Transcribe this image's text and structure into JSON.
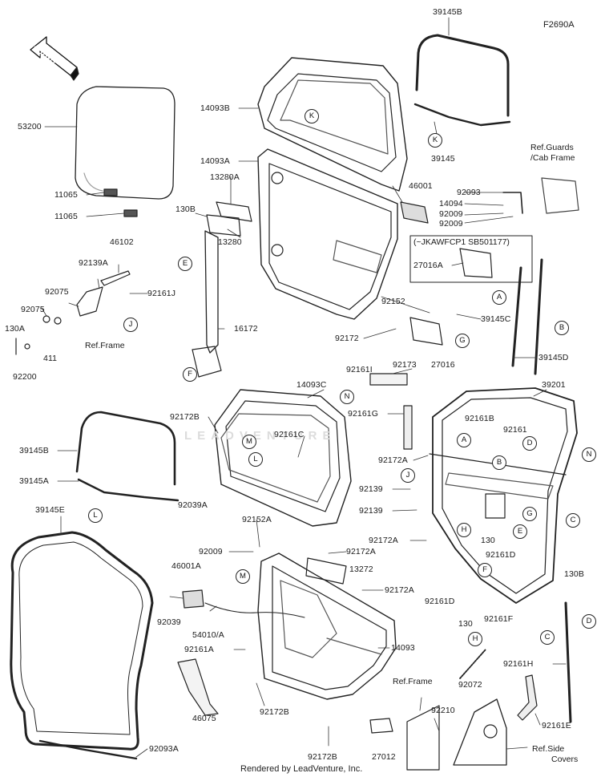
{
  "diagram_code": "F2690A",
  "front_label": "FRONT",
  "footer": "Rendered by LeadVenture, Inc.",
  "watermark": "LEADVENTURE",
  "variant_note": "(~JKAWFCP1 SB501177)",
  "ref_labels": {
    "guards_line1": "Ref.Guards",
    "guards_line2": "/Cab Frame",
    "frame_left": "Ref.Frame",
    "frame_bottom": "Ref.Frame",
    "side_line1": "Ref.Side",
    "side_line2": "Covers"
  },
  "parts": {
    "p39145B_top": "39145B",
    "p39145_top": "39145",
    "p14093B": "14093B",
    "p53200": "53200",
    "p14093A": "14093A",
    "p13280A": "13280A",
    "p46001": "46001",
    "p92093": "92093",
    "p14094": "14094",
    "p92009_a": "92009",
    "p92009_b": "92009",
    "p11065_a": "11065",
    "p11065_b": "11065",
    "p130B_left": "130B",
    "p13280": "13280",
    "p46102": "46102",
    "p92139A": "92139A",
    "p27016A": "27016A",
    "p92075_a": "92075",
    "p92161J": "92161J",
    "p92075_b": "92075",
    "p92152_top": "92152",
    "p39145C": "39145C",
    "p130A": "130A",
    "p411": "411",
    "p16172": "16172",
    "p92172_mid": "92172",
    "p92200": "92200",
    "p92173": "92173",
    "p27016": "27016",
    "p39145D": "39145D",
    "p92161I": "92161I",
    "p14093C": "14093C",
    "p39201": "39201",
    "p92161G": "92161G",
    "p92172B_top": "92172B",
    "p92161C": "92161C",
    "p92161B": "92161B",
    "p92161_right": "92161",
    "p39145B_left": "39145B",
    "p92172A_a": "92172A",
    "p39145A": "39145A",
    "p92039A": "92039A",
    "p92139_a": "92139",
    "p92139_b": "92139",
    "p39145E": "39145E",
    "p92152A": "92152A",
    "p92172A_b": "92172A",
    "p130_a": "130",
    "p130B_right": "130B",
    "p92009_c": "92009",
    "p92172A_c": "92172A",
    "p92161D_a": "92161D",
    "p46001A": "46001A",
    "p13272": "13272",
    "p92172A_d": "92172A",
    "p92161D_b": "92161D",
    "p130_b": "130",
    "p92039": "92039",
    "p54010A": "54010/A",
    "p92161F": "92161F",
    "p92161A": "92161A",
    "p14093": "14093",
    "p92161H": "92161H",
    "p92072": "92072",
    "p92210": "92210",
    "p46075": "46075",
    "p92172B_bot1": "92172B",
    "p92161E": "92161E",
    "p27012": "27012",
    "p92093A": "92093A",
    "p92172B_bot2": "92172B"
  },
  "callouts": {
    "K": "K",
    "E": "E",
    "F": "F",
    "J": "J",
    "A": "A",
    "B": "B",
    "G": "G",
    "N": "N",
    "M": "M",
    "L": "L",
    "C": "C",
    "D": "D",
    "H": "H"
  }
}
